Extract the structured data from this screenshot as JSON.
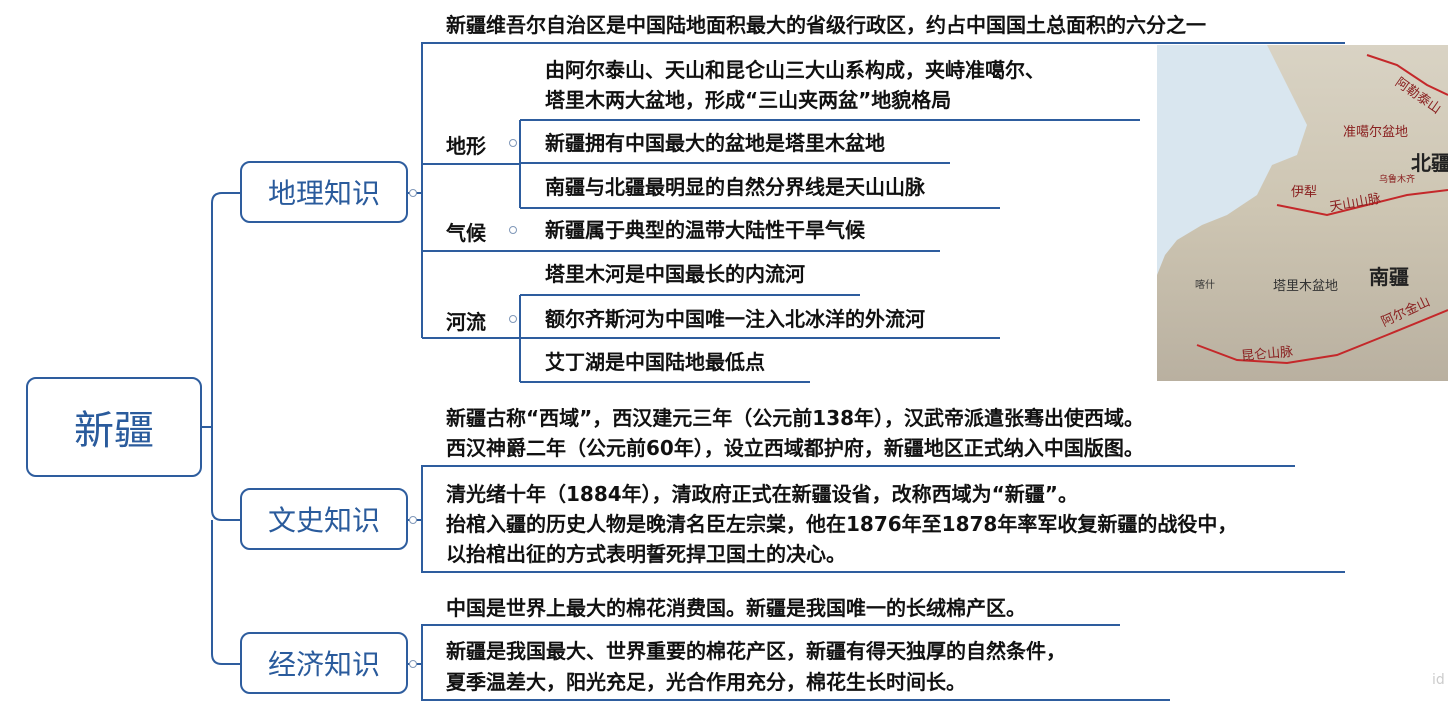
{
  "root": "新疆",
  "branches": {
    "geo": "地理知识",
    "history": "文史知识",
    "economy": "经济知识"
  },
  "geo": {
    "intro": "新疆维吾尔自治区是中国陆地面积最大的省级行政区，约占中国国土总面积的六分之一",
    "terrain": {
      "label": "地形",
      "items": [
        "由阿尔泰山、天山和昆仑山三大山系构成，夹峙准噶尔、",
        "塔里木两大盆地，形成“三山夹两盆”地貌格局",
        "新疆拥有中国最大的盆地是塔里木盆地",
        "南疆与北疆最明显的自然分界线是天山山脉"
      ]
    },
    "climate": {
      "label": "气候",
      "items": [
        "新疆属于典型的温带大陆性干旱气候"
      ]
    },
    "rivers": {
      "label": "河流",
      "items": [
        "塔里木河是中国最长的内流河",
        "额尔齐斯河为中国唯一注入北冰洋的外流河",
        "艾丁湖是中国陆地最低点"
      ]
    }
  },
  "history": {
    "lines": [
      "新疆古称“西域”，西汉建元三年（公元前138年），汉武帝派遣张骞出使西域。",
      "西汉神爵二年（公元前60年），设立西域都护府，新疆地区正式纳入中国版图。",
      "清光绪十年（1884年），清政府正式在新疆设省，改称西域为“新疆”。",
      "抬棺入疆的历史人物是晚清名臣左宗棠，他在1876年至1878年率军收复新疆的战役中，",
      "以抬棺出征的方式表明誓死捍卫国土的决心。"
    ]
  },
  "economy": {
    "lines": [
      "中国是世界上最大的棉花消费国。新疆是我国唯一的长绒棉产区。",
      "新疆是我国最大、世界重要的棉花产区，新疆有得天独厚的自然条件，",
      "夏季温差大，阳光充足，光合作用充分，棉花生长时间长。"
    ]
  },
  "map_labels": {
    "altai": "阿勒泰山",
    "junggar": "准噶尔盆地",
    "north": "北疆",
    "urumqi": "乌鲁木齐",
    "yili": "伊犁",
    "tianshan": "天山山脉",
    "kashgar": "喀什",
    "tarim": "塔里木盆地",
    "south": "南疆",
    "altun": "阿尔金山",
    "kunlun": "昆仑山脉"
  },
  "watermark": "id"
}
